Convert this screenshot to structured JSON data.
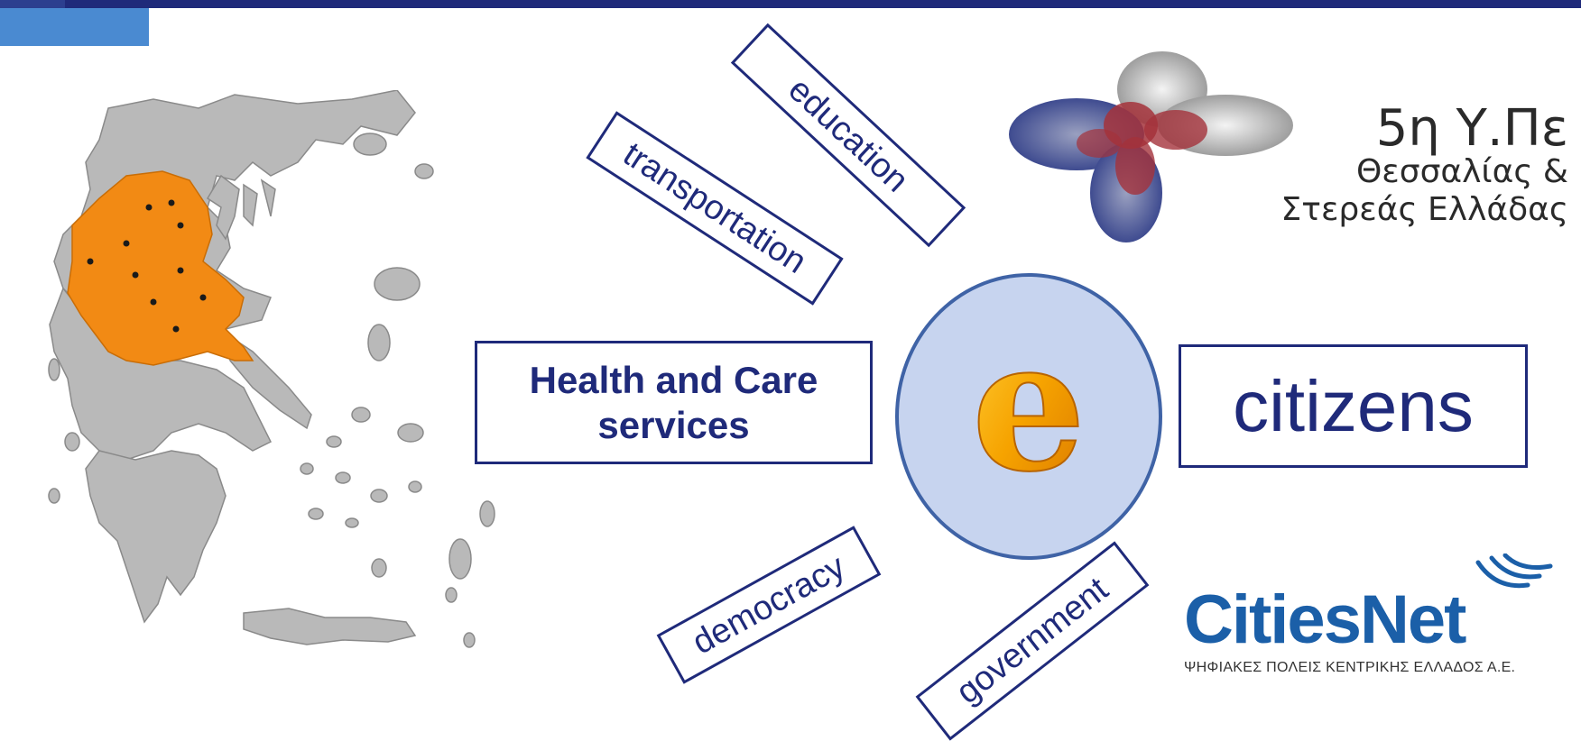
{
  "tags": {
    "health_line1": "Health and Care",
    "health_line2": "services",
    "citizens": "citizens",
    "education": "education",
    "transportation": "transportation",
    "democracy": "democracy",
    "government": "government"
  },
  "logo_5h": {
    "line1": "5η Υ.Πε",
    "line2": "Θεσσαλίας &",
    "line3": "Στερεάς Ελλάδας"
  },
  "citiesnet": {
    "name": "CitiesNet",
    "subtitle": "ΨΗΦΙΑΚΕΣ ΠΟΛΕΙΣ ΚΕΝΤΡΙΚΗΣ ΕΛΛΑΔΟΣ Α.Ε."
  },
  "center": {
    "letter": "e"
  },
  "colors": {
    "navy": "#1f2a7a",
    "map_grey": "#b9b9b9",
    "highlight_orange": "#f28a14",
    "circle_fill": "#c7d4ef"
  },
  "icons": {
    "e_symbol": "orange-e-icon",
    "map": "greece-map",
    "logo_flower": "flower-logo-icon",
    "waves": "signal-waves-icon"
  }
}
